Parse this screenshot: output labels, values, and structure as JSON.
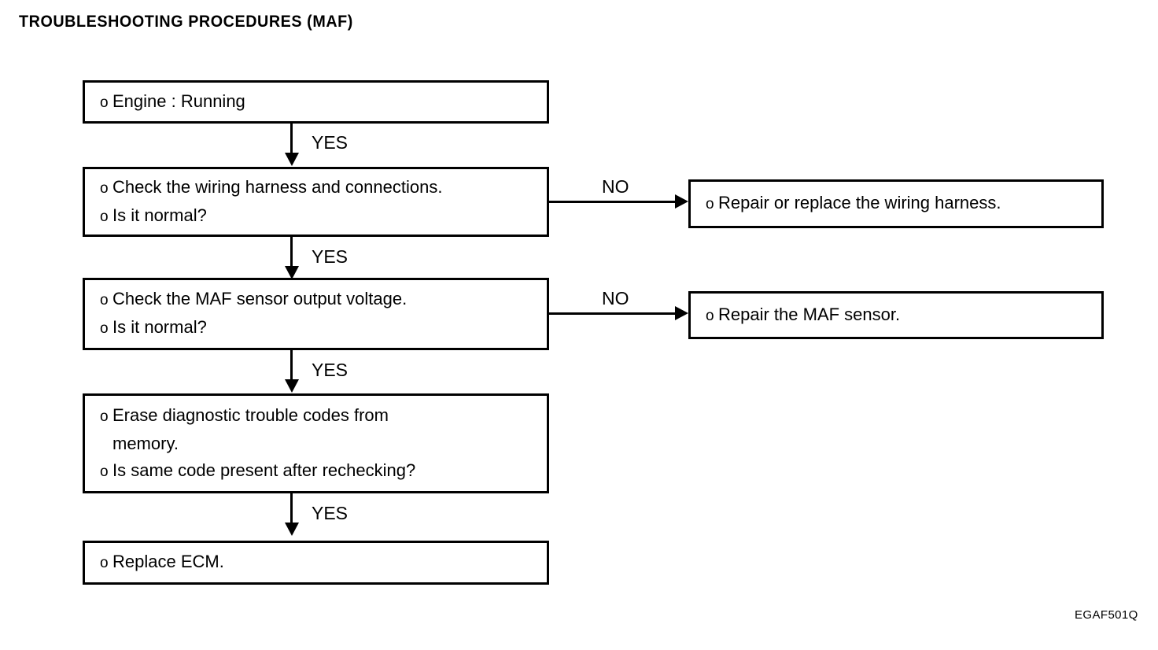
{
  "document": {
    "title": "TROUBLESHOOTING PROCEDURES (MAF)",
    "figure_code": "EGAF501Q",
    "bullet_glyph": "o",
    "colors": {
      "ink": "#000000",
      "paper": "#ffffff"
    }
  },
  "flowchart": {
    "type": "flowchart",
    "nodes": [
      {
        "id": "engine-running",
        "lines": [
          {
            "bullet": "o",
            "text": "Engine : Running"
          }
        ]
      },
      {
        "id": "check-wiring-harness",
        "lines": [
          {
            "bullet": "o",
            "text": "Check the wiring harness and connections."
          },
          {
            "bullet": "o",
            "text": "Is it normal?"
          }
        ]
      },
      {
        "id": "repair-wiring-harness",
        "lines": [
          {
            "bullet": "o",
            "text": "Repair or replace the wiring harness."
          }
        ]
      },
      {
        "id": "check-maf-output-voltage",
        "lines": [
          {
            "bullet": "o",
            "text": "Check the MAF sensor output voltage."
          },
          {
            "bullet": "o",
            "text": "Is it normal?"
          }
        ]
      },
      {
        "id": "repair-maf-sensor",
        "lines": [
          {
            "bullet": "o",
            "text": "Repair the MAF sensor."
          }
        ]
      },
      {
        "id": "erase-trouble-codes",
        "lines": [
          {
            "bullet": "o",
            "text": "Erase diagnostic trouble codes from"
          },
          {
            "bullet": "",
            "text": "memory."
          },
          {
            "bullet": "o",
            "text": "Is same code present after rechecking?"
          }
        ]
      },
      {
        "id": "replace-ecm",
        "lines": [
          {
            "bullet": "o",
            "text": "Replace ECM."
          }
        ]
      }
    ],
    "edges": [
      {
        "id": "engine-to-wiring",
        "from": "engine-running",
        "to": "check-wiring-harness",
        "label": "YES",
        "direction": "down"
      },
      {
        "id": "wiring-to-repair",
        "from": "check-wiring-harness",
        "to": "repair-wiring-harness",
        "label": "NO",
        "direction": "right"
      },
      {
        "id": "wiring-to-voltage",
        "from": "check-wiring-harness",
        "to": "check-maf-output-voltage",
        "label": "YES",
        "direction": "down"
      },
      {
        "id": "voltage-to-repair-maf",
        "from": "check-maf-output-voltage",
        "to": "repair-maf-sensor",
        "label": "NO",
        "direction": "right"
      },
      {
        "id": "voltage-to-erase",
        "from": "check-maf-output-voltage",
        "to": "erase-trouble-codes",
        "label": "YES",
        "direction": "down"
      },
      {
        "id": "erase-to-ecm",
        "from": "erase-trouble-codes",
        "to": "replace-ecm",
        "label": "YES",
        "direction": "down"
      }
    ]
  }
}
